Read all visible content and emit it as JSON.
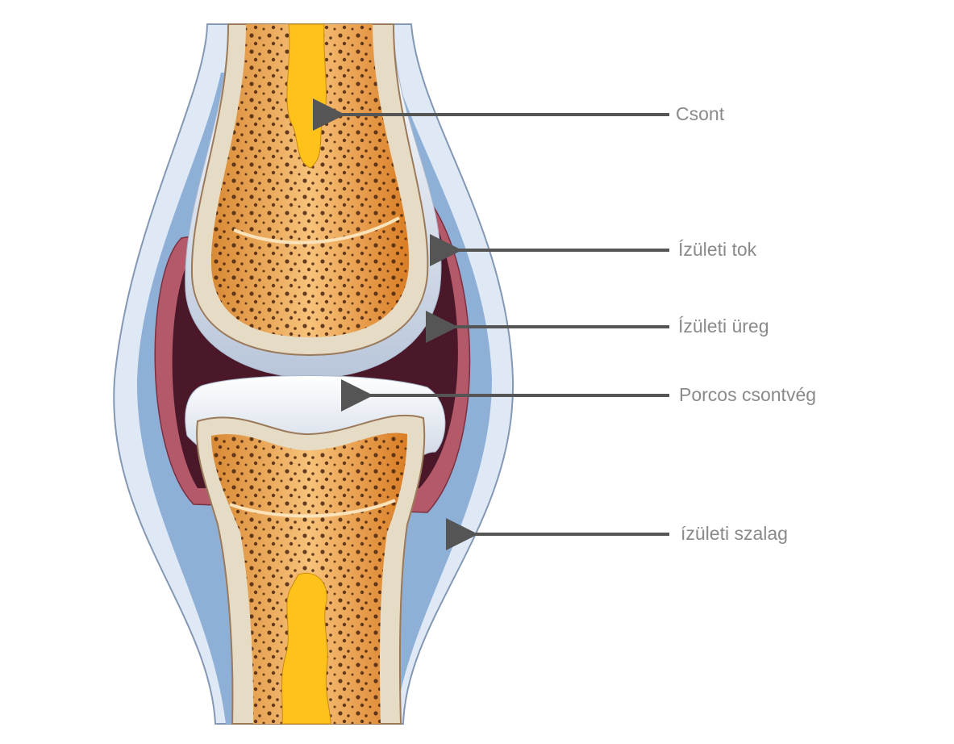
{
  "labels": {
    "bone": "Csont",
    "joint_capsule": "Ízületi tok",
    "joint_cavity": "Ízületi üreg",
    "articular_cartilage": "Porcos csontvég",
    "ligament": "ízületi szalag"
  },
  "colors": {
    "ligament_outer": "#dfe9f6",
    "ligament_inner": "#8fb0d6",
    "capsule": "#b4596a",
    "cavity": "#4a1828",
    "cortex": "#e6dcc6",
    "spongy_bone": "#e9a24f",
    "marrow": "#ffc21a",
    "cartilage": "#eef2f8",
    "arrow": "#555555",
    "label_text": "#8a8a8a"
  }
}
